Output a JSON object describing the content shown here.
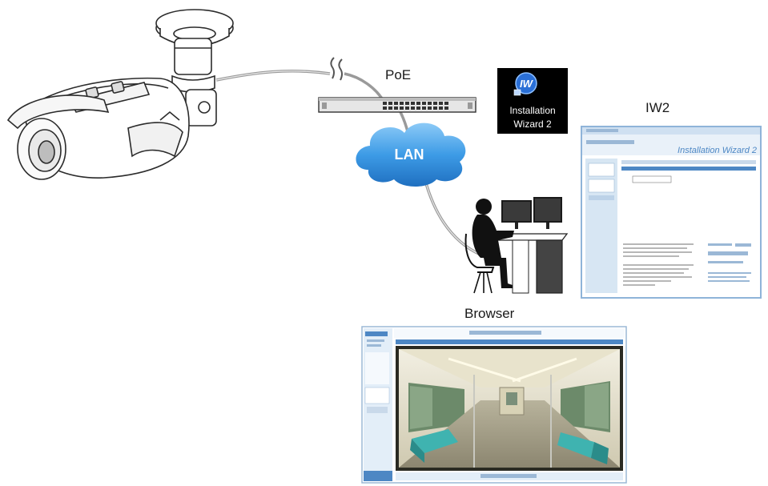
{
  "labels": {
    "poe": "PoE",
    "lan": "LAN",
    "iw2": "IW2",
    "browser": "Browser"
  },
  "icon": {
    "name": "installation-wizard-2-icon",
    "logo_text": "IW",
    "line1": "Installation",
    "line2": "Wizard 2"
  },
  "iw2_window": {
    "banner_title": "Installation Wizard 2"
  },
  "colors": {
    "cloud": "#3d9be6",
    "cable": "#9a9a9a",
    "window_frame": "#8fb4d9",
    "window_panel": "#d7e6f3"
  }
}
